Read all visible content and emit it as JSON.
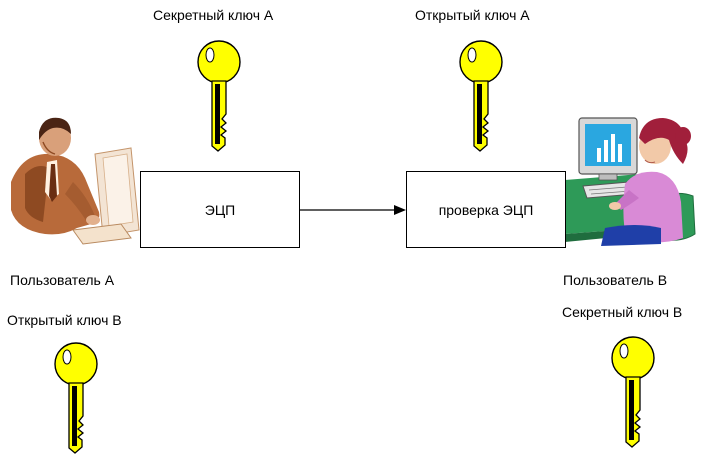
{
  "labels": {
    "secret_key_a": "Секретный ключ А",
    "public_key_a": "Открытый ключ А",
    "user_a": "Пользователь А",
    "public_key_b": "Открытый ключ В",
    "user_b": "Пользователь В",
    "secret_key_b": "Секретный ключ В"
  },
  "boxes": {
    "signature": "ЭЦП",
    "verify": "проверка ЭЦП"
  },
  "icons": {
    "key": "key-icon",
    "user_a": "man-at-computer-icon",
    "user_b": "woman-at-computer-icon"
  },
  "colors": {
    "key_fill": "#ffff00",
    "key_shadow": "#000000",
    "woman_shirt": "#d98ad6",
    "woman_hair": "#a11f3b",
    "monitor_screen": "#2aa7e0",
    "chair": "#2e9a58",
    "man_suit": "#b86a3a"
  }
}
